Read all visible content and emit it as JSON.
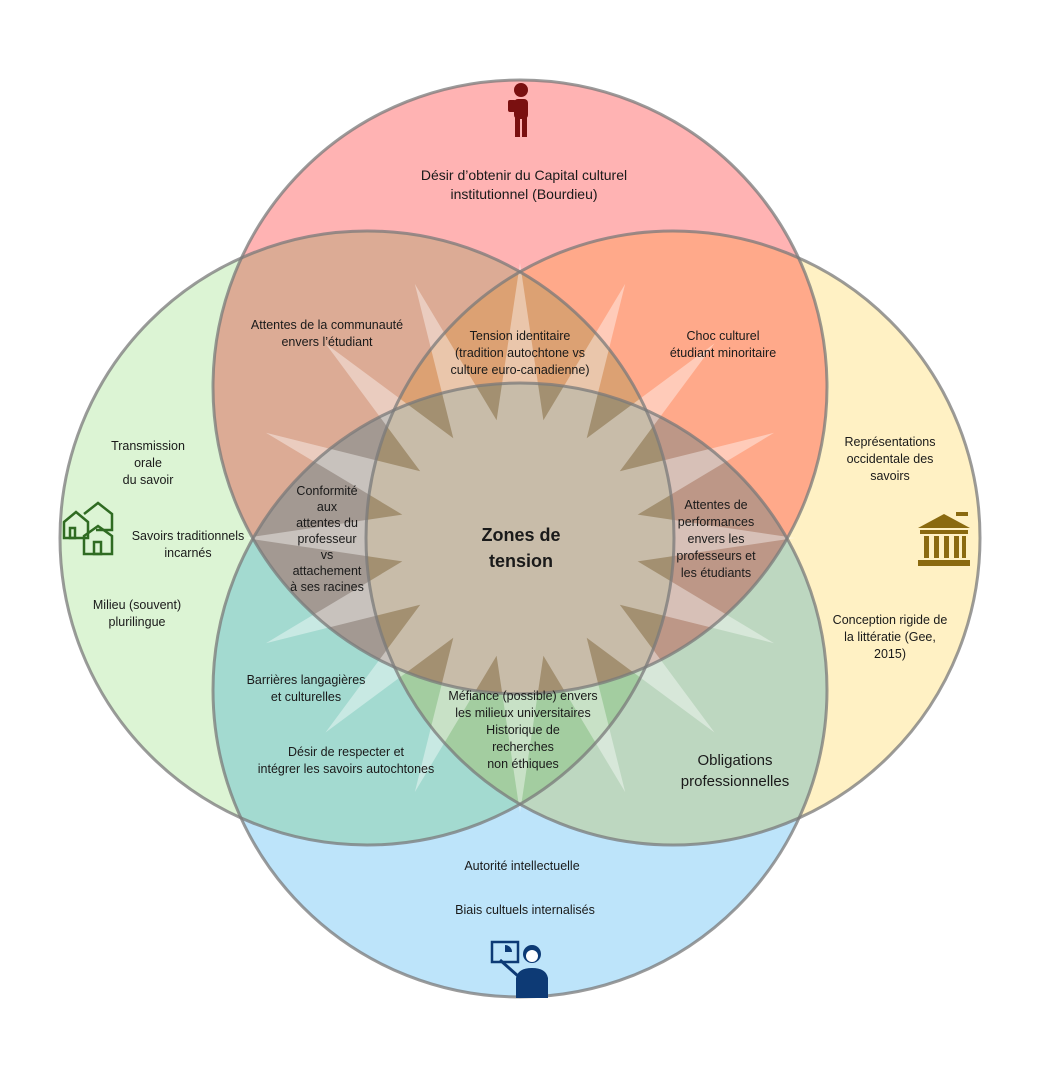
{
  "colors": {
    "top": "#ffb3b3",
    "left": "#dcf4d4",
    "right": "#fff1c4",
    "bottom": "#bde4fa",
    "outline": "#7a7a7a"
  },
  "center_title": "Zones de\ntension",
  "labels": {
    "top": "Désir d’obtenir du Capital culturel\ninstitutionnel (Bourdieu)",
    "top_left": "Attentes de la communauté\nenvers l’étudiant",
    "top_center": "Tension identitaire\n(tradition autochtone vs\nculture euro-canadienne)",
    "top_right": "Choc culturel\nétudiant minoritaire",
    "left_1": "Transmission\norale\ndu savoir",
    "left_2": "Savoirs traditionnels\nincarnés",
    "left_3": "Milieu (souvent)\nplurilingue",
    "center_left": "Conformité\naux\nattentes du\nprofesseur\nvs\nattachement\nà ses racines",
    "center_right": "Attentes de\nperformances\nenvers les\nprofesseurs et\nles étudiants",
    "right_1": "Représentations\noccidentale des\nsavoirs",
    "right_2": "Conception rigide de\nla littératie (Gee,\n2015)",
    "bottom_left_1": "Barrières langagières\net culturelles",
    "bottom_left_2": "Désir de respecter et\nintégrer les savoirs autochtones",
    "bottom_center": "Méfiance (possible) envers\nles milieux universitaires\nHistorique de\nrecherches\nnon éthiques",
    "bottom_right": "Obligations\nprofessionnelles",
    "bottom_1": "Autorité intellectuelle",
    "bottom_2": "Biais cultuels internalisés"
  },
  "icons": [
    "student-icon",
    "houses-icon",
    "institution-icon",
    "teacher-icon"
  ]
}
